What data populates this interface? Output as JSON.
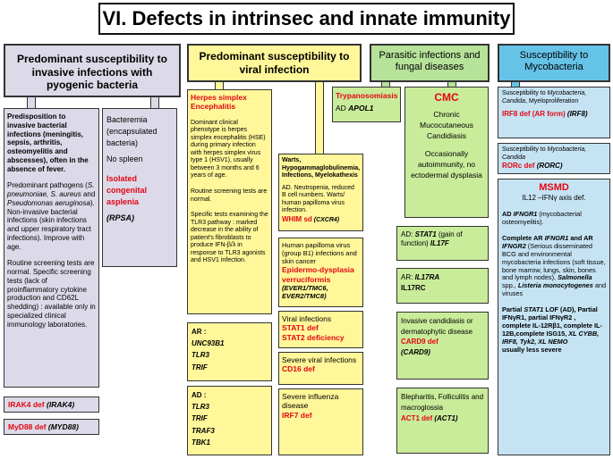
{
  "title": "VI. Defects in intrinsec and innate immunity",
  "colors": {
    "lavender": "#dcdae8",
    "yellow": "#fff799",
    "green_header": "#b7e29a",
    "green_box": "#c9ec9a",
    "blue_header": "#66c3e8",
    "blue_box": "#c5e3f3",
    "red_text": "#e30613"
  },
  "col1": {
    "header": "Predominant susceptibility to  invasive infections with pyogenic bacteria",
    "main": {
      "p1": "Predisposition to invasive bacterial infections (meningitis, sepsis, arthritis, osteomyelitis and abscesses), often in the absence of fever.",
      "p2_a": "Predominant pathogens (",
      "p2_b": "S. pneumoniae, S. aureus",
      "p2_c": " and ",
      "p2_d": "Pseudomonas aeruginosa",
      "p2_e": "). Non-invasive bacterial infections (skin infections and upper respiratory tract infections). Improve with age.",
      "p3": "Routine screening tests are normal. Specific screening tests (lack of proinflammatory cytokine production and CD62L shedding) : available only in specialized clinical immunology laboratories."
    },
    "bact": {
      "l1": "Bacteremia (encapsulated bacteria)",
      "l2": "No spleen",
      "l3": "Isolated congenital asplenia",
      "l4": "(RPSA)"
    },
    "irak4": {
      "red": "IRAK4 def",
      "gene": "(IRAK4)"
    },
    "myd88": {
      "red": "MyD88 def",
      "gene": "(MYD88)"
    }
  },
  "col2": {
    "header": "Predominant susceptibility to viral infection",
    "herpes": {
      "title": "Herpes simplex Encephalitis",
      "p1": "Dominant clinical phenotype is herpes simplex encephalitis (HSE) during primary infection with herpes simplex virus type 1 (HSV1), usually between 3 months and 6 years of age.",
      "p2": "Routine screening tests are normal.",
      "p3": "Specific tests examining the TLR3 pathway : marked decrease in the ability of patient's fibroblasts to produce IFN-β/λ in response to TLR3 agonists and HSV1 infection."
    },
    "ar_list": {
      "label": "AR :",
      "genes": [
        "UNC93B1",
        "TLR3",
        "TRIF"
      ]
    },
    "ad_list": {
      "label": "AD :",
      "genes": [
        "TLR3",
        "TRIF",
        "TRAF3",
        "TBK1"
      ]
    },
    "warts": {
      "p1": "Warts, Hypogammaglobulinemia, Infections, Myelokathexis",
      "p2": "AD. Neutropenia, reduced B cell numbers. Warts/ human papilloma virus infection.",
      "red": "WHIM sd",
      "gene": "(CXCR4)"
    },
    "hpv": {
      "p1": "Human papilloma virus (group B1) infections and skin cancer",
      "red": "Epidermo-dysplasia verruciformis",
      "genes": "(EVER1/TMC6, EVER2/TMC8)"
    },
    "viral": {
      "title": "Viral infections",
      "red1": "STAT1 def",
      "red2": "STAT2 deficiency"
    },
    "severe_viral": {
      "title": "Severe viral infections",
      "red": "CD16 def"
    },
    "influenza": {
      "title": "Severe influenza disease",
      "red": "IRF7 def"
    }
  },
  "col3": {
    "header": "Parasitic infections and fungal diseases",
    "trypano": {
      "red": "Trypanosomiasis",
      "label": "AD ",
      "gene": "APOL1"
    },
    "cmc": {
      "title": "CMC",
      "p1": "Chronic Mucocutaneous Candidiasis",
      "p2": "Occasionally autoimmunity, no ectodermal dysplasia"
    },
    "stat1": {
      "label": "AD: ",
      "gene1": "STAT1",
      "mid": " (gain of function) ",
      "gene2": "IL17F"
    },
    "il17": {
      "label": "AR: ",
      "gene": "IL17RA",
      "l2": "IL17RC"
    },
    "card9": {
      "p1": "Invasive candidiasis or dermatophytic disease",
      "red": "CARD9 def",
      "gene": "(CARD9)"
    },
    "act1": {
      "p1": "Blepharitis, Folliculitis and macroglossia",
      "red": "ACT1 def",
      "gene": "(ACT1)"
    }
  },
  "col4": {
    "header": "Susceptibility to Mycobacteria",
    "irf8": {
      "l1": "Susceptibility to ",
      "l1i": "Mycobacteria, Candida",
      "l1b": ", Myeloproliferation",
      "red": "IRF8 def (AR form)",
      "gene": "(IRF8)"
    },
    "rorc": {
      "l1": "Susceptibility to ",
      "l1i": "Mycobacteria, Candida",
      "red": "RORc def",
      "gene": "(RORC)"
    },
    "msmd": {
      "title": "MSMD",
      "sub": "IL12 –IFNγ axis def.",
      "ad_label": "AD ",
      "ad_gene": "IFNGR1",
      "ad_rest": " (mycobacterial osteomyelitis).",
      "c_a": "Complete AR ",
      "c_b": "IFNGR1",
      "c_c": " and AR ",
      "c_d": "IFNGR2",
      "c_e": " (Serious disseminated BCG and environmental mycobacteria infections (soft tissue, bone marrow, lungs, skin, bones and lymph nodes), ",
      "c_f": "Salmonella",
      "c_g": " spp., ",
      "c_h": "Listeria monocytogenes",
      "c_i": " and viruses",
      "p_a": "Partial ",
      "p_b": "STAT1",
      "p_c": " LOF (AD), Partial IFNγR1, partial IFNγR2 , complete IL-12Rβ1, complete IL-12B,complete ISG15, ",
      "p_d": "XL CYBB, IRF8, Tyk2, XL NEMO",
      "p_e": "usually less severe"
    }
  }
}
